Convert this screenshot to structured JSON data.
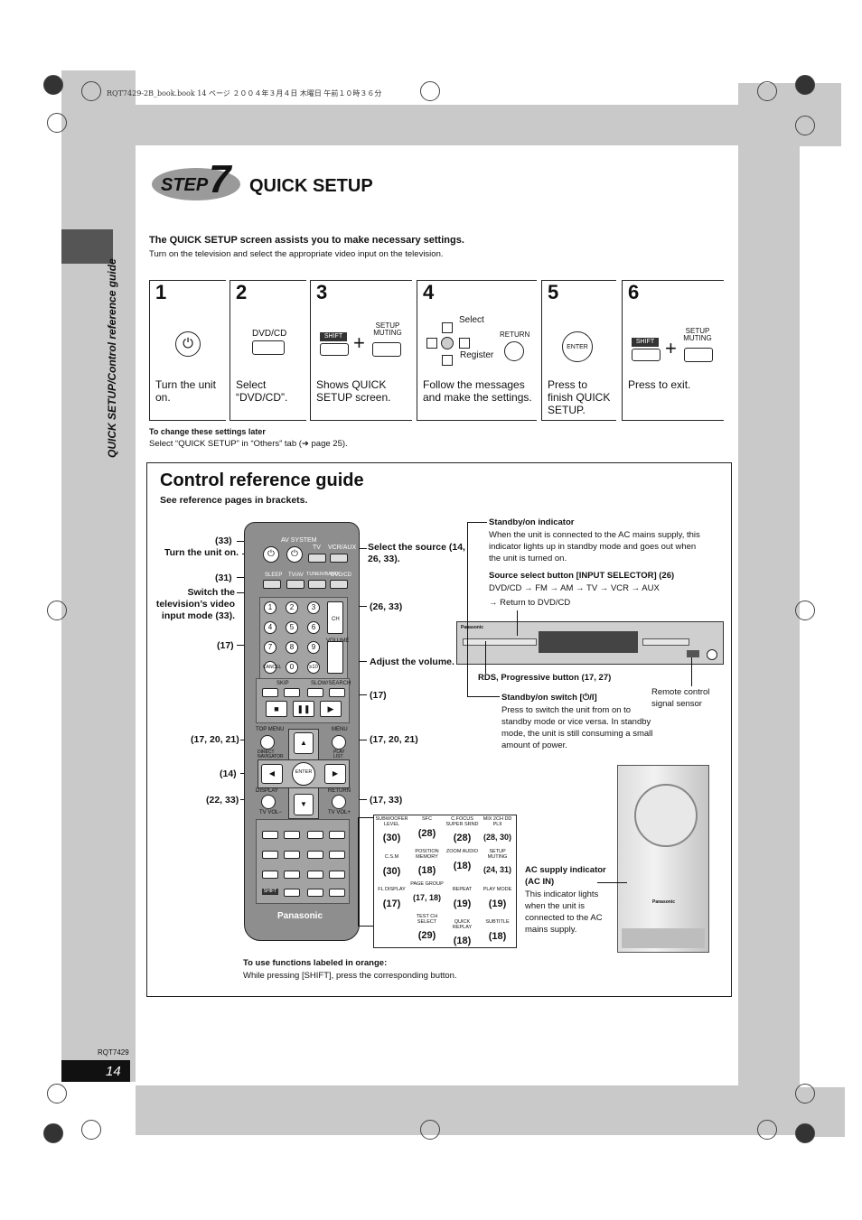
{
  "header_print": "RQT7429-2B_book.book  14 ページ  ２００４年３月４日  木曜日  午前１０時３６分",
  "step": {
    "word": "STEP",
    "number": "7",
    "title": "QUICK SETUP"
  },
  "side_tab": "QUICK SETUP/Control reference guide",
  "intro": {
    "heading": "The QUICK SETUP screen assists you to make necessary settings.",
    "text": "Turn on the television and select the appropriate video input on the television."
  },
  "steps": [
    {
      "num": "1",
      "text": "Turn the unit on."
    },
    {
      "num": "2",
      "text": "Select “DVD/CD”.",
      "button": "DVD/CD"
    },
    {
      "num": "3",
      "text": "Shows QUICK SETUP screen.",
      "shift": "SHIFT",
      "button": "SETUP MUTING"
    },
    {
      "num": "4",
      "text": "Follow the messages and make the settings.",
      "select": "Select",
      "register": "Register",
      "return": "RETURN"
    },
    {
      "num": "5",
      "text": "Press to finish QUICK SETUP.",
      "button": "ENTER"
    },
    {
      "num": "6",
      "text": "Press to exit.",
      "shift": "SHIFT",
      "button": "SETUP MUTING"
    }
  ],
  "change_later": {
    "heading": "To change these settings later",
    "text": "Select “QUICK SETUP” in “Others” tab (➜ page 25)."
  },
  "crg": {
    "title": "Control reference guide",
    "subtitle": "See reference pages in brackets.",
    "left_labels": {
      "l1": "(33)",
      "l2": "Turn the unit on.",
      "l3": "(31)",
      "l4": "Switch the television’s video input mode (33).",
      "l5": "(17)",
      "l6": "(17, 20, 21)",
      "l7": "(14)",
      "l8": "(22, 33)"
    },
    "right_labels": {
      "r1": "Select the source (14, 26, 33).",
      "r2": "(26, 33)",
      "r3": "Adjust the volume.",
      "r4": "(17)",
      "r5": "(17, 20, 21)",
      "r6": "(17, 33)"
    },
    "remote": {
      "av_system": "AV SYSTEM",
      "tv": "TV",
      "vcr_aux": "VCR/AUX",
      "sleep": "SLEEP",
      "tv_av": "TV/AV",
      "tuner_band": "TUNER/BAND",
      "dvd_cd": "DVD/CD",
      "ch": "CH",
      "volume": "VOLUME",
      "cancel": "CANCEL",
      "skip": "SKIP",
      "slow_search": "SLOW/SEARCH",
      "top_menu": "TOP MENU",
      "menu": "MENU",
      "direct_navigator": "DIRECT NAVIGATOR",
      "play_list": "PLAY LIST",
      "enter": "ENTER",
      "display": "DISPLAY",
      "return": "RETURN",
      "tv_vol_minus": "TV VOL−",
      "tv_vol_plus": "TV VOL+",
      "shift": "SHIFT",
      "brand": "Panasonic"
    },
    "shift_table": [
      {
        "label": "SUBWOOFER LEVEL",
        "ref": "(30)"
      },
      {
        "label": "SFC",
        "ref": "(28)"
      },
      {
        "label": "C.FOCUS SUPER SRND",
        "ref": "(28)"
      },
      {
        "label": "MIX 2CH DD PLII",
        "ref": "(28, 30)"
      },
      {
        "label": "C.S.M",
        "ref": "(30)"
      },
      {
        "label": "POSITION MEMORY",
        "ref": "(18)"
      },
      {
        "label": "ZOOM AUDIO",
        "ref": "(18)"
      },
      {
        "label": "SETUP MUTING",
        "ref": "(24, 31)"
      },
      {
        "label": "FL DISPLAY",
        "ref": "(17)"
      },
      {
        "label": "PAGE GROUP",
        "ref": "(17, 18)"
      },
      {
        "label": "REPEAT",
        "ref": "(19)"
      },
      {
        "label": "PLAY MODE",
        "ref": "(19)"
      },
      {
        "label": "",
        "ref": ""
      },
      {
        "label": "TEST CH SELECT",
        "ref": "(29)"
      },
      {
        "label": "QUICK REPLAY",
        "ref": "(18)"
      },
      {
        "label": "SUBTITLE",
        "ref": "(18)"
      }
    ],
    "orange": {
      "heading": "To use functions labeled in orange:",
      "text": "While pressing [SHIFT], press the corresponding button."
    },
    "unit_callouts": {
      "standby_ind_h": "Standby/on indicator",
      "standby_ind_t": "When the unit is connected to the AC mains supply, this indicator lights up in standby mode and goes out when the unit is turned on.",
      "source_h": "Source select button [INPUT SELECTOR] (26)",
      "source_t1": "DVD/CD → FM → AM → TV → VCR → AUX",
      "source_t2": "→ Return to DVD/CD",
      "rds": "RDS, Progressive button (17, 27)",
      "standby_sw_h": "Standby/on switch [⏻/I]",
      "standby_sw_t": "Press to switch the unit from on to standby mode or vice versa. In standby mode, the unit is still consuming a small amount of power.",
      "sensor": "Remote control signal sensor",
      "unit_brand": "Panasonic"
    },
    "ac": {
      "heading": "AC supply indicator (AC IN)",
      "text": "This indicator lights when the unit is connected to the AC mains supply.",
      "brand": "Panasonic"
    }
  },
  "footer": {
    "code": "RQT7429",
    "page": "14"
  }
}
